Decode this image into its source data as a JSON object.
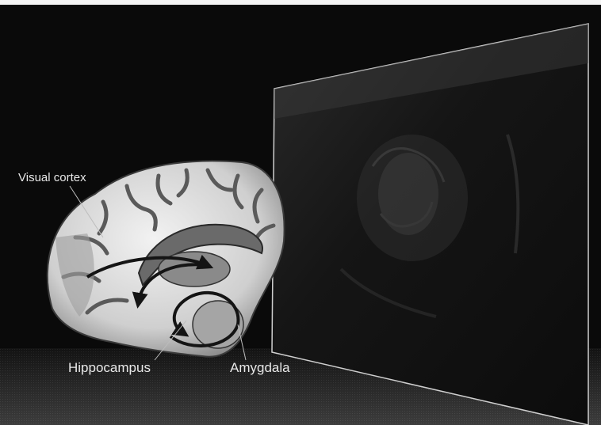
{
  "labels": {
    "visual_cortex": "Visual cortex",
    "hippocampus": "Hippocampus",
    "amygdala": "Amygdala"
  },
  "colors": {
    "background": "#0a0a0a",
    "brain_gyri": "#d9d9d9",
    "brain_sulci": "#5a5a5a",
    "label_text": "#e8e8e8",
    "arrow": "#141414"
  }
}
